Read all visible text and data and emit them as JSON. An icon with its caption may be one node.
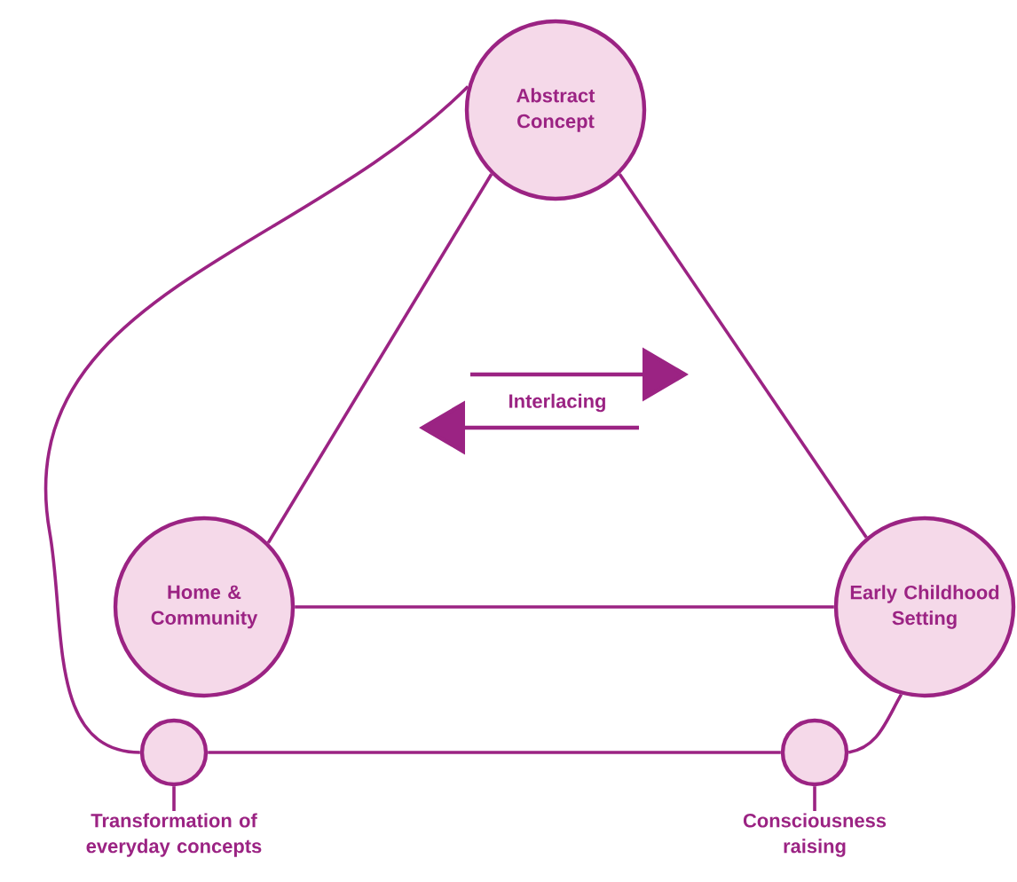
{
  "diagram": {
    "nodes": [
      {
        "text": [
          "Abstract Concept"
        ]
      },
      {
        "text": [
          "Home & Community"
        ]
      },
      {
        "text": [
          "Early Childhood Setting"
        ]
      },
      {
        "text": [],
        "shape": "circle"
      },
      {
        "text": [],
        "shape": "circle"
      },
      {
        "text": [
          "Transformation of everyday concepts"
        ]
      },
      {
        "text": [
          "Consciousness raising"
        ]
      }
    ],
    "edges": [
      {
        "from": 0,
        "to": 1,
        "arrow": "none"
      },
      {
        "from": 0,
        "to": 2,
        "arrow": "none"
      },
      {
        "from": 1,
        "to": 2,
        "arrow": "none"
      },
      {
        "from": 0,
        "to": 3,
        "arrow": "none"
      },
      {
        "from": 3,
        "to": 4,
        "arrow": "none"
      },
      {
        "from": 2,
        "to": 4,
        "arrow": "none"
      },
      {
        "from": 3,
        "to": 5,
        "arrow": "none"
      },
      {
        "from": 4,
        "to": 6,
        "arrow": "none"
      }
    ],
    "labels": [
      "Interlacing"
    ]
  }
}
